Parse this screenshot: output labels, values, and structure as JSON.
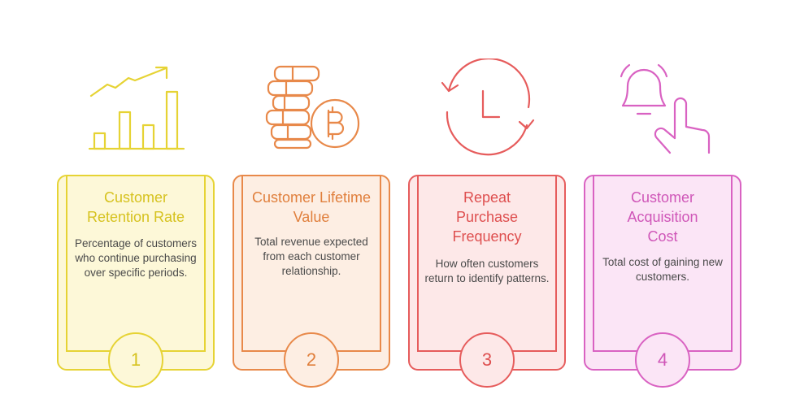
{
  "cards": [
    {
      "title": "Customer Retention Rate",
      "description": "Percentage of customers who continue purchasing over specific periods.",
      "number": "1",
      "icon": "growth-chart-icon",
      "colors": {
        "stroke": "#e6d334",
        "fill": "#fdf8d8",
        "title": "#d6c21f"
      }
    },
    {
      "title": "Customer Lifetime Value",
      "description": "Total revenue expected from each customer relationship.",
      "number": "2",
      "icon": "bitcoin-coins-icon",
      "colors": {
        "stroke": "#e8894a",
        "fill": "#fdeee3",
        "title": "#e07f3c"
      }
    },
    {
      "title": "Repeat Purchase Frequency",
      "description": "How often customers return to identify patterns.",
      "number": "3",
      "icon": "cycle-clock-icon",
      "colors": {
        "stroke": "#e65c5c",
        "fill": "#fde8e8",
        "title": "#de4f4f"
      }
    },
    {
      "title": "Customer Acquisition Cost",
      "description": "Total cost of gaining new customers.",
      "number": "4",
      "icon": "bell-click-icon",
      "colors": {
        "stroke": "#d962c2",
        "fill": "#fbe5f6",
        "title": "#cf56b8"
      }
    }
  ]
}
